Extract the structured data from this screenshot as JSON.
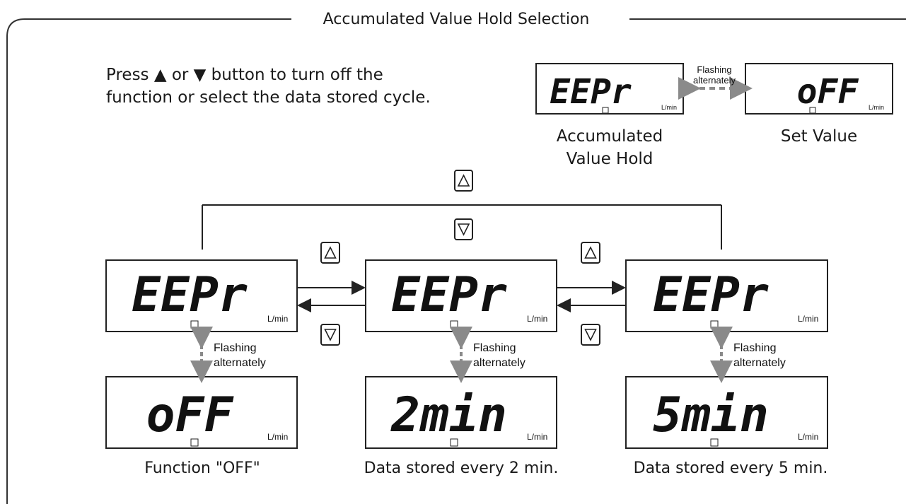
{
  "frame": {
    "title": "Accumulated Value Hold Selection"
  },
  "instruction": {
    "line1": "Press ▲ or ▼ button to turn off the",
    "line2": "function or select the data stored cycle."
  },
  "legend": {
    "display_left": "EEPr",
    "display_right": "oFF",
    "unit": "L/min",
    "connector_line1": "Flashing",
    "connector_line2": "alternately",
    "caption_left_line1": "Accumulated",
    "caption_left_line2": "Value Hold",
    "caption_right": "Set Value"
  },
  "states": [
    {
      "top_display": "EEPr",
      "bottom_display": "oFF",
      "unit": "L/min",
      "flash_line1": "Flashing",
      "flash_line2": "alternately",
      "caption": "Function \"OFF\""
    },
    {
      "top_display": "EEPr",
      "bottom_display": "2min",
      "unit": "L/min",
      "flash_line1": "Flashing",
      "flash_line2": "alternately",
      "caption": "Data stored every 2 min."
    },
    {
      "top_display": "EEPr",
      "bottom_display": "5min",
      "unit": "L/min",
      "flash_line1": "Flashing",
      "flash_line2": "alternately",
      "caption": "Data stored every 5 min."
    }
  ],
  "colors": {
    "frame": "#333333",
    "display_border": "#222222",
    "flash_arrow": "#8a8a8a",
    "text": "#1a1a1a"
  },
  "icons": {
    "up_button": "up-triangle-button-icon",
    "down_button": "down-triangle-button-icon",
    "indicator": "up-down-indicator-icon"
  }
}
